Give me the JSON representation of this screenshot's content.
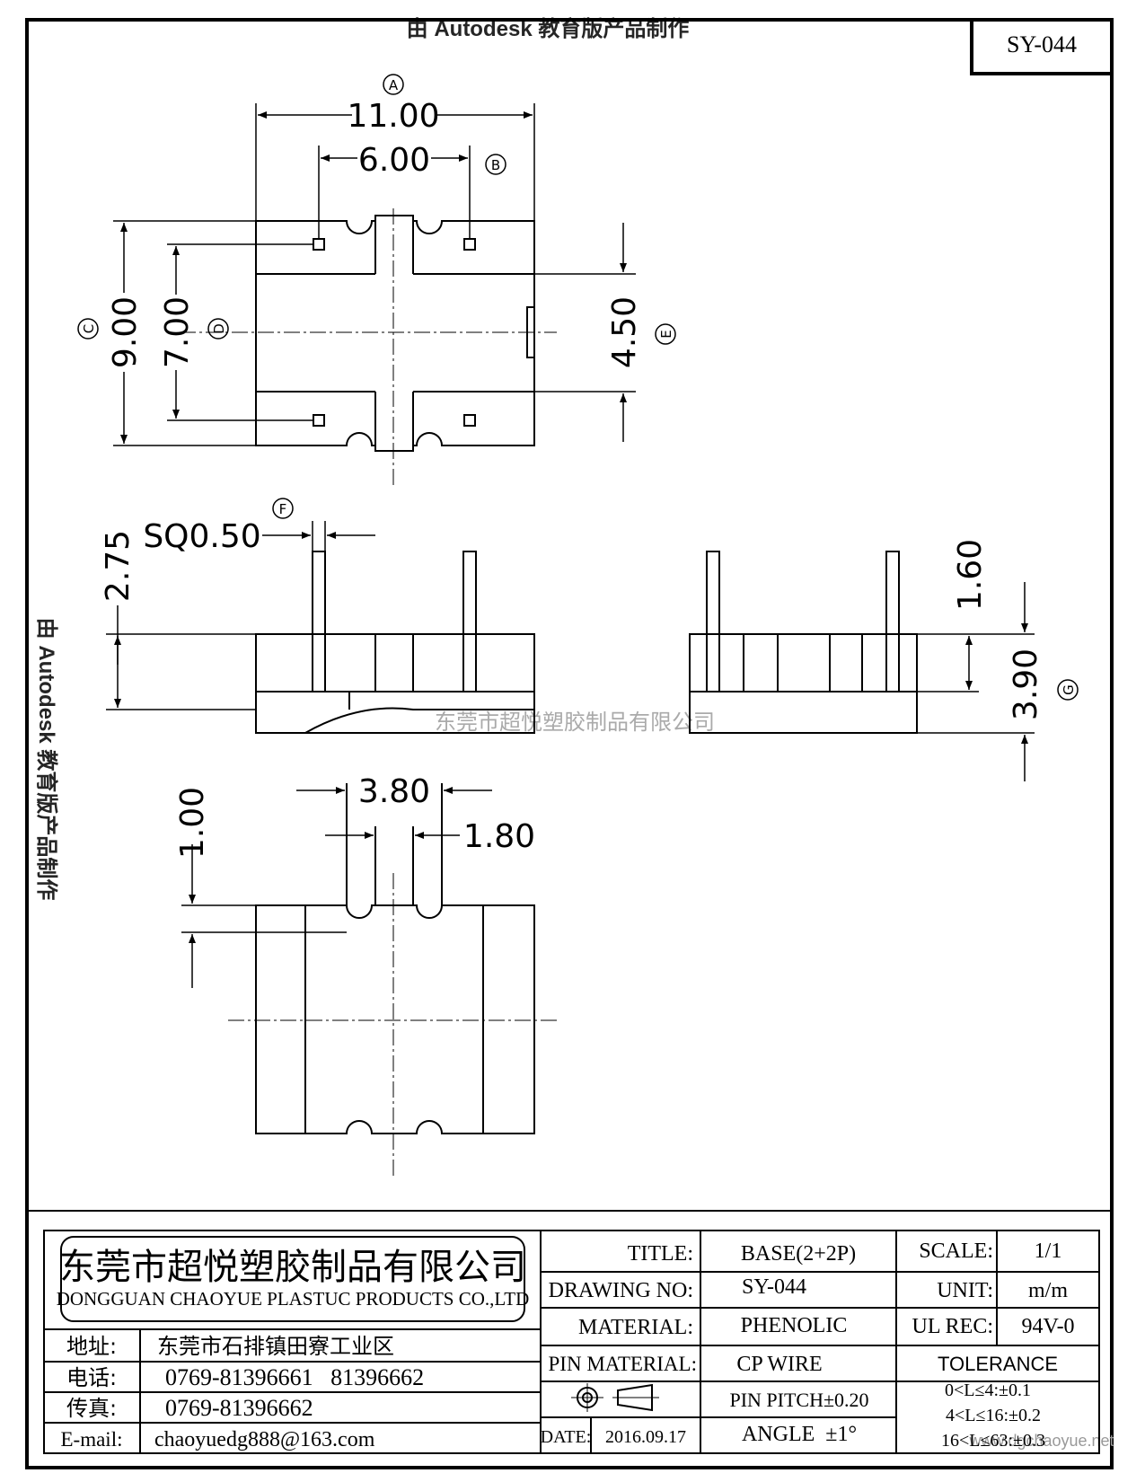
{
  "watermark": {
    "top": "由 Autodesk 教育版产品制作",
    "left": "由 Autodesk 教育版产品制作",
    "center": "东莞市超悦塑胶制品有限公司",
    "corner": "www.dgchaoyue.net"
  },
  "drawing_number_box": "SY-044",
  "dimensions": {
    "A": {
      "marker": "A",
      "value": "11.00"
    },
    "B": {
      "marker": "B",
      "value": "6.00"
    },
    "C": {
      "marker": "C",
      "value": "9.00"
    },
    "D": {
      "marker": "D",
      "value": "7.00"
    },
    "E": {
      "marker": "E",
      "value": "4.50"
    },
    "F": {
      "marker": "F",
      "value": "SQ0.50"
    },
    "G": {
      "marker": "G",
      "value": "3.90"
    },
    "pin_height": "2.75",
    "side_height": "1.60",
    "slot_outer": "3.80",
    "slot_inner": "1.80",
    "slot_depth": "1.00"
  },
  "title_block": {
    "company_cn": "东莞市超悦塑胶制品有限公司",
    "company_en": "DONGGUAN CHAOYUE PLASTUC PRODUCTS CO.,LTD",
    "address_label": "地址:",
    "address": "东莞市石排镇田寮工业区",
    "phone_label": "电话:",
    "phone": "0769-81396661   81396662",
    "fax_label": "传真:",
    "fax": "0769-81396662",
    "email_label": "E-mail:",
    "email": "chaoyuedg888@163.com",
    "title_label": "TITLE:",
    "title": "BASE(2+2P)",
    "drawing_no_label": "DRAWING NO:",
    "drawing_no": "SY-044",
    "material_label": "MATERIAL:",
    "material": "PHENOLIC",
    "pin_material_label": "PIN MATERIAL:",
    "pin_material": "CP WIRE",
    "pin_pitch": "PIN PITCH±0.20",
    "date_label": "DATE:",
    "date": "2016.09.17",
    "angle": "ANGLE  ±1°",
    "scale_label": "SCALE:",
    "scale": "1/1",
    "unit_label": "UNIT:",
    "unit": "m/m",
    "ul_rec_label": "UL REC:",
    "ul_rec": "94V-0",
    "tolerance_label": "TOLERANCE",
    "tolerance_1": "0<L≤4:±0.1",
    "tolerance_2": "4<L≤16:±0.2",
    "tolerance_3": "16<L≤63:±0.3"
  }
}
